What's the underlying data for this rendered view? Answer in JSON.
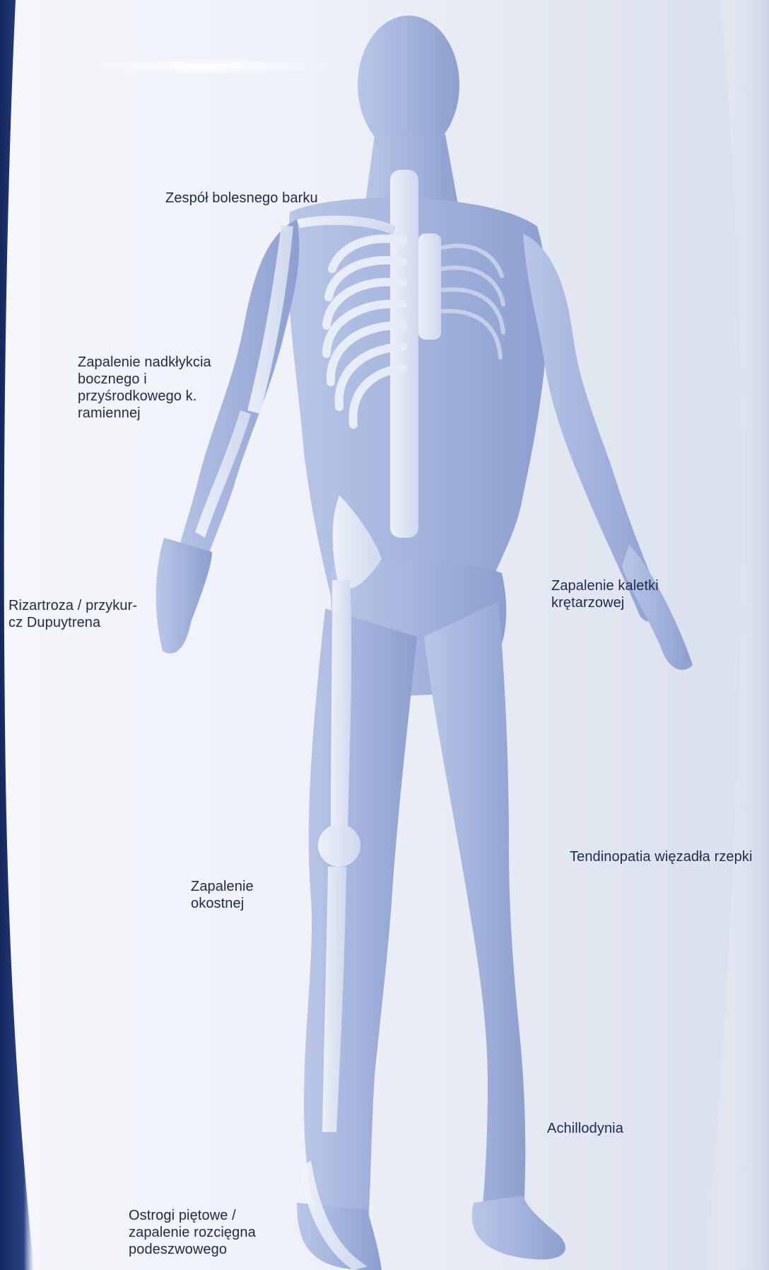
{
  "labels": {
    "shoulder": [
      "Zespół bolesnego barku"
    ],
    "elbow": [
      "Zapalenie nadkłykcia",
      "bocznego i",
      "przyśrodkowego k.",
      "ramiennej"
    ],
    "hand": [
      "Rizartroza / przykur-",
      "cz Dupuytrena"
    ],
    "hip": [
      "Zapalenie kaletki",
      "krętarzowej"
    ],
    "knee": [
      "Tendinopatia więzadła rzepki"
    ],
    "shin": [
      "Zapalenie",
      "okostnej"
    ],
    "achilles": [
      "Achillodynia"
    ],
    "heel": [
      "Ostrogi piętowe /",
      "zapalenie rozcięgna",
      "podeszwowego"
    ]
  },
  "colors": {
    "text": "#1f2a4a",
    "body": "#9fb0d8",
    "body_light": "#c3cee9",
    "bone": "#e8ecf6",
    "left_band": "#1c2f6b",
    "background": "#eef1f8"
  }
}
